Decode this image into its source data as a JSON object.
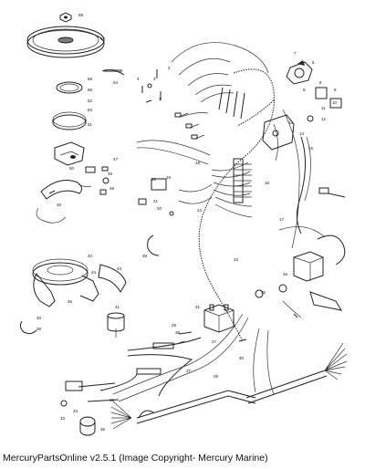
{
  "caption": "MercuryPartsOnline v2.5.1 (Image Copyright- Mercury Marine)",
  "callouts": [
    "58",
    "57",
    "54",
    "55",
    "56",
    "52",
    "53",
    "51",
    "50",
    "47",
    "48",
    "49",
    "46",
    "42",
    "44",
    "45",
    "43",
    "39",
    "38",
    "40",
    "41",
    "37",
    "32",
    "33",
    "34",
    "35",
    "36",
    "30",
    "31",
    "29",
    "27",
    "28",
    "25",
    "26",
    "23",
    "24",
    "20",
    "21",
    "22",
    "19",
    "18",
    "17",
    "16",
    "15",
    "14",
    "13",
    "12",
    "11",
    "10",
    "9",
    "8",
    "7",
    "6",
    "5",
    "4",
    "3",
    "2",
    "1"
  ]
}
